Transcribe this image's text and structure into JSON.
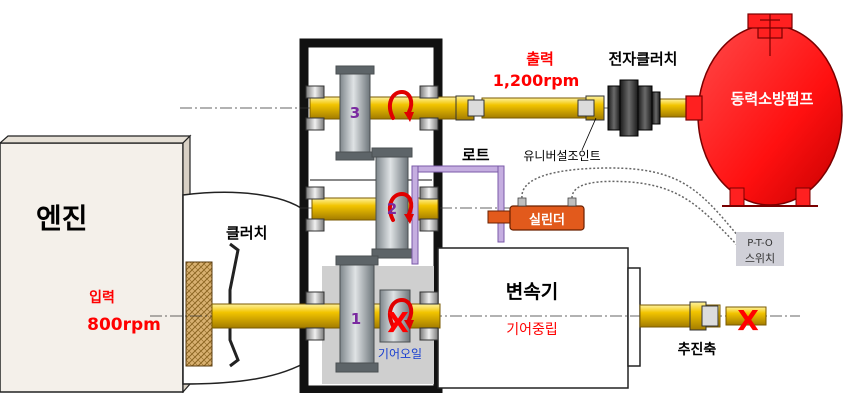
{
  "labels": {
    "engine": "엔진",
    "clutch": "클러치",
    "input_title": "입력",
    "input_rpm": "800rpm",
    "output_title": "출력",
    "output_rpm": "1,200rpm",
    "magnetic_clutch": "전자클러치",
    "fire_pump": "동력소방펌프",
    "rod": "로트",
    "universal_joint": "유니버설조인트",
    "cylinder": "실린더",
    "pto_line1": "P-T-O",
    "pto_line2": "스위치",
    "transmission": "변속기",
    "gear_neutral": "기어중립",
    "gear_oil": "기어오일",
    "propeller_shaft": "추진축",
    "gear_1": "1",
    "gear_2": "2",
    "gear_3": "3",
    "x_mark_main": "X",
    "x_mark_prop": "X"
  },
  "colors": {
    "shaft": "#e8b800",
    "shaft_dark": "#8a6a00",
    "pump_red": "#ff1a1a",
    "text_red": "#ff0000",
    "gear_gray": "#a8aeb2",
    "gear_oil_fill": "#cfcfcf",
    "rod_purple": "#b9a0d8",
    "gear_number": "#7a2aa0",
    "arrow_red": "#e00000",
    "gear_oil_text": "#1a3fd0",
    "pto_gray": "#9c9ca0",
    "cylinder_orange": "#e25a1c"
  }
}
